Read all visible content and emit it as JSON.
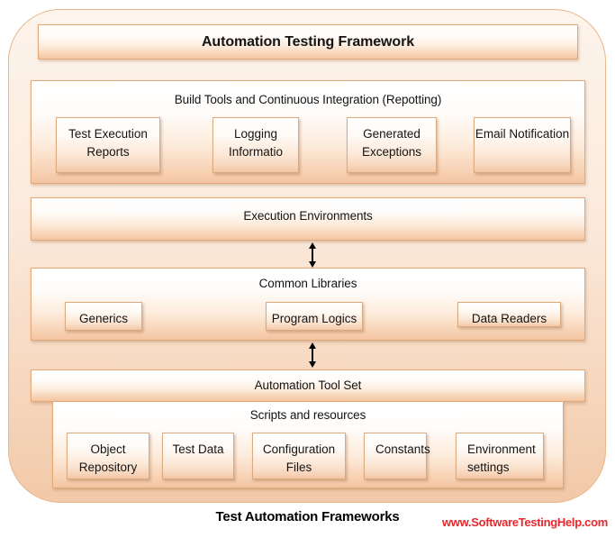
{
  "diagram": {
    "title": "Automation Testing Framework",
    "caption": "Test Automation Frameworks",
    "watermark": "www.SoftwareTestingHelp.com",
    "accent_color": "#f2c5a4",
    "border_color": "#e3a878",
    "watermark_color": "#e8282d",
    "layers": [
      {
        "id": "build-tools",
        "label": "Build Tools and Continuous Integration (Repotting)",
        "items": [
          {
            "label": "Test Execution Reports"
          },
          {
            "label": "Logging Informatio"
          },
          {
            "label": "Generated Exceptions"
          },
          {
            "label": "Email Notification"
          }
        ]
      },
      {
        "id": "execution-environments",
        "label": "Execution Environments",
        "items": []
      },
      {
        "id": "common-libraries",
        "label": "Common Libraries",
        "items": [
          {
            "label": "Generics"
          },
          {
            "label": "Program Logics"
          },
          {
            "label": "Data Readers"
          }
        ]
      },
      {
        "id": "automation-tool-set",
        "label": "Automation Tool Set",
        "items": []
      },
      {
        "id": "scripts-and-resources",
        "label": "Scripts and resources",
        "items": [
          {
            "label": "Object Repository"
          },
          {
            "label": "Test Data"
          },
          {
            "label": "Configuration Files"
          },
          {
            "label": "Constants"
          },
          {
            "label": "Environment settings"
          }
        ]
      }
    ],
    "connectors": [
      {
        "id": "exec-to-common",
        "icon": "double-arrow-vertical-icon"
      },
      {
        "id": "common-to-tools",
        "icon": "double-arrow-vertical-icon"
      }
    ]
  }
}
